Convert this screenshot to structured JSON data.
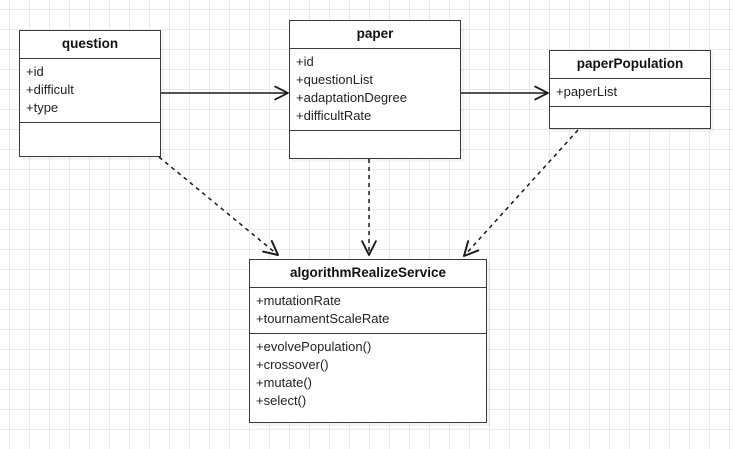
{
  "diagram": {
    "type": "uml-class-diagram",
    "background": "#ffffff",
    "grid_color": "#eaeaea",
    "line_color": "#1a1a1a",
    "border_color": "#3c3c3c",
    "classes": [
      {
        "id": "question",
        "name": "question",
        "attributes": [
          "+id",
          "+difficult",
          "+type"
        ],
        "operations": []
      },
      {
        "id": "paper",
        "name": "paper",
        "attributes": [
          "+id",
          "+questionList",
          "+adaptationDegree",
          "+difficultRate"
        ],
        "operations": []
      },
      {
        "id": "paperPopulation",
        "name": "paperPopulation",
        "attributes": [
          "+paperList"
        ],
        "operations": []
      },
      {
        "id": "algorithmRealizeService",
        "name": "algorithmRealizeService",
        "attributes": [
          "+mutationRate",
          "+tournamentScaleRate"
        ],
        "operations": [
          "+evolvePopulation()",
          "+crossover()",
          "+mutate()",
          "+select()"
        ]
      }
    ],
    "relations": [
      {
        "from": "question",
        "to": "paper",
        "style": "solid",
        "arrow": "open",
        "kind": "association"
      },
      {
        "from": "paper",
        "to": "paperPopulation",
        "style": "solid",
        "arrow": "open",
        "kind": "association"
      },
      {
        "from": "question",
        "to": "algorithmRealizeService",
        "style": "dashed",
        "arrow": "open",
        "kind": "dependency"
      },
      {
        "from": "paper",
        "to": "algorithmRealizeService",
        "style": "dashed",
        "arrow": "open",
        "kind": "dependency"
      },
      {
        "from": "paperPopulation",
        "to": "algorithmRealizeService",
        "style": "dashed",
        "arrow": "open",
        "kind": "dependency"
      }
    ]
  }
}
